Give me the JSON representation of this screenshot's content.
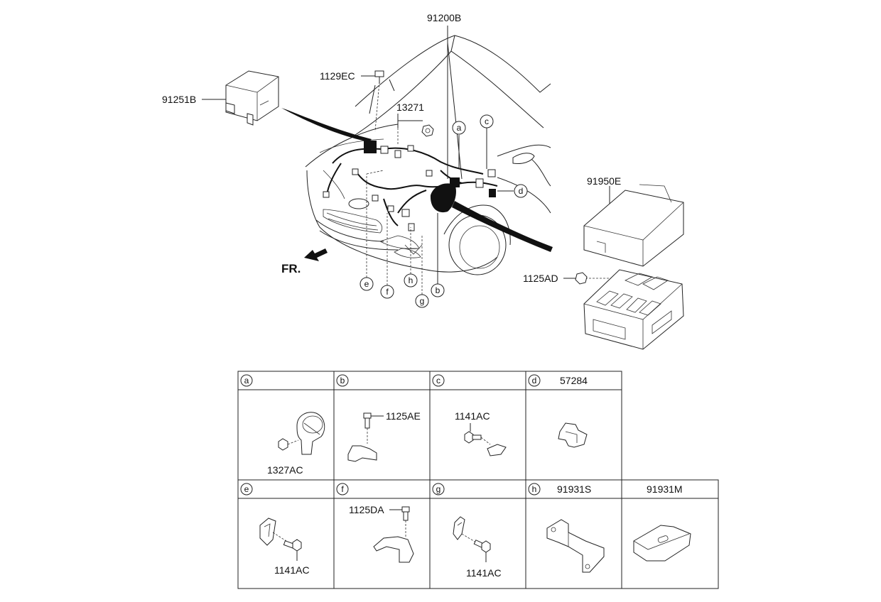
{
  "main_labels": {
    "harness": "91200B",
    "relay_cover": "91251B",
    "bolt_top": "1129EC",
    "nut_top": "13271",
    "fuse_cover": "91950E",
    "bolt_box": "1125AD",
    "front": "FR."
  },
  "callouts": [
    "a",
    "b",
    "c",
    "d",
    "e",
    "f",
    "g",
    "h"
  ],
  "table": {
    "row1": [
      {
        "letter": "a",
        "header_part": "",
        "parts": [
          "1327AC"
        ]
      },
      {
        "letter": "b",
        "header_part": "",
        "parts": [
          "1125AE"
        ]
      },
      {
        "letter": "c",
        "header_part": "",
        "parts": [
          "1141AC"
        ]
      },
      {
        "letter": "d",
        "header_part": "57284",
        "parts": []
      }
    ],
    "row2": [
      {
        "letter": "e",
        "header_part": "",
        "parts": [
          "1141AC"
        ]
      },
      {
        "letter": "f",
        "header_part": "",
        "parts": [
          "1125DA"
        ]
      },
      {
        "letter": "g",
        "header_part": "",
        "parts": [
          "1141AC"
        ]
      },
      {
        "letter": "h",
        "header_part": "91931S",
        "parts": []
      },
      {
        "letter": "",
        "header_part": "91931M",
        "parts": []
      }
    ]
  }
}
